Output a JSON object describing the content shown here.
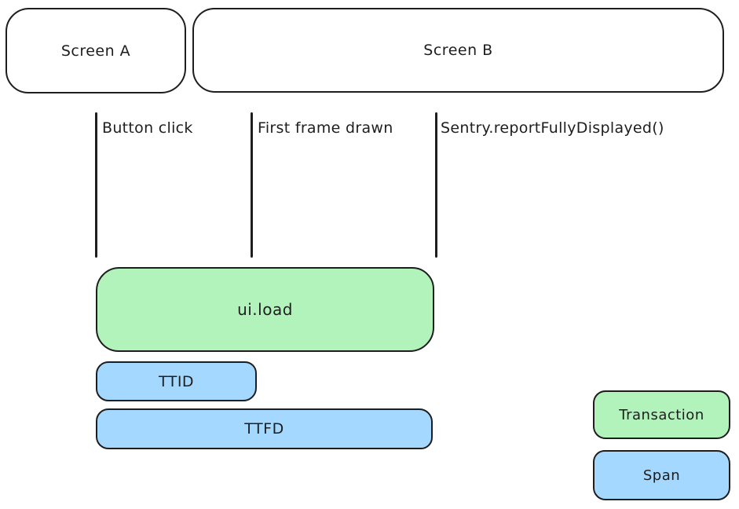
{
  "diagram": {
    "screens": [
      {
        "label": "Screen A"
      },
      {
        "label": "Screen B"
      }
    ],
    "events": [
      {
        "label": "Button click"
      },
      {
        "label": "First frame drawn"
      },
      {
        "label": "Sentry.reportFullyDisplayed()"
      }
    ],
    "bars": [
      {
        "label": "ui.load",
        "kind": "transaction"
      },
      {
        "label": "TTID",
        "kind": "span"
      },
      {
        "label": "TTFD",
        "kind": "span"
      }
    ],
    "legend": [
      {
        "label": "Transaction",
        "kind": "transaction"
      },
      {
        "label": "Span",
        "kind": "span"
      }
    ],
    "colors": {
      "transaction_fill": "#b2f2bb",
      "span_fill": "#a5d8ff",
      "stroke": "#1e1e1e",
      "background": "#ffffff"
    }
  }
}
